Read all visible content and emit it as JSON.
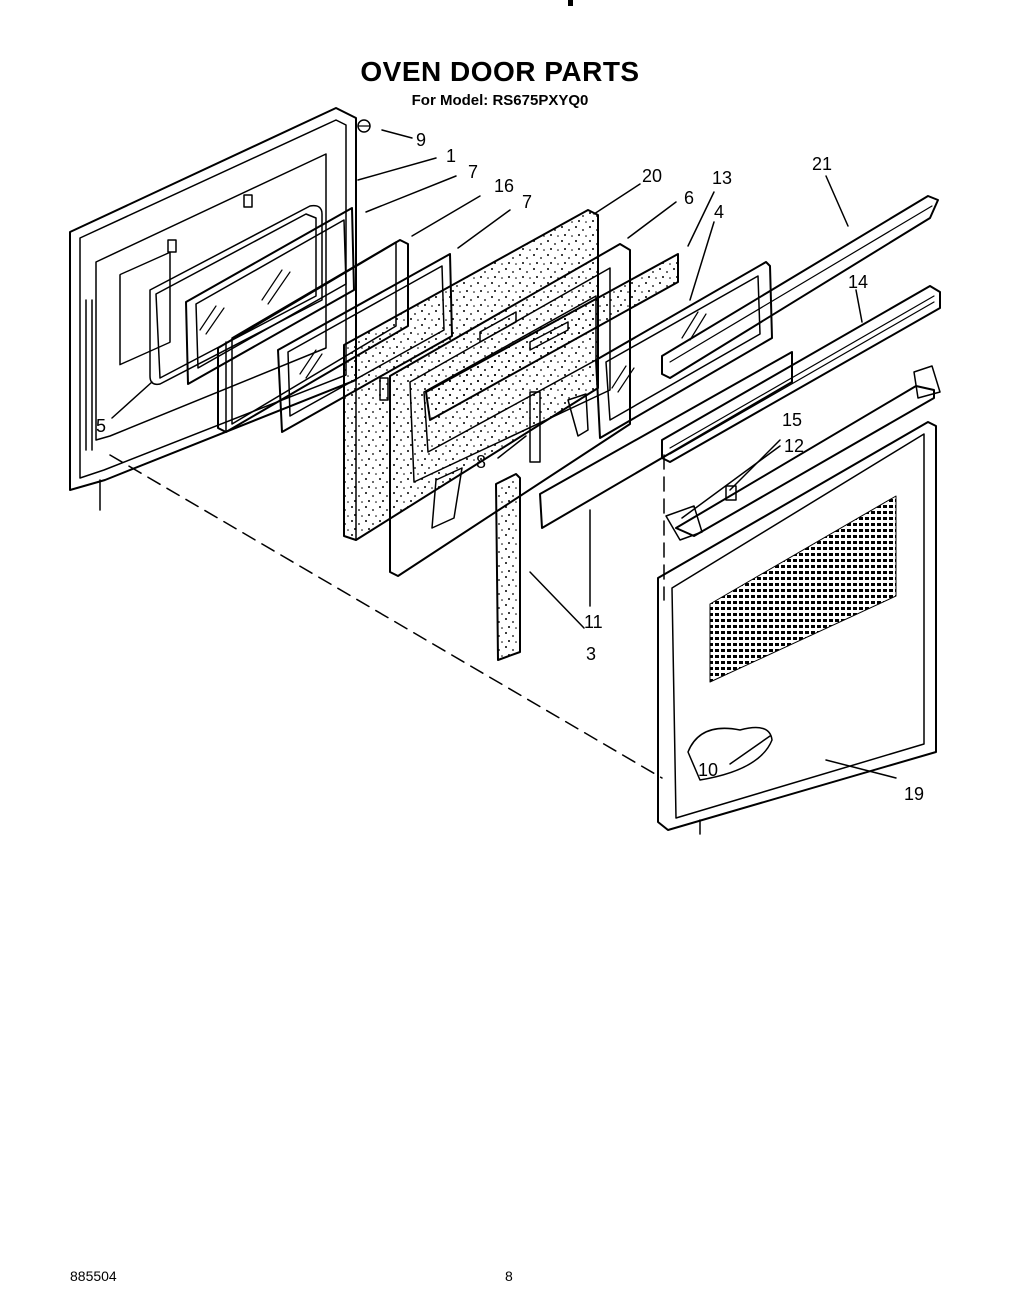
{
  "header": {
    "title": "OVEN DOOR PARTS",
    "subtitle": "For Model: RS675PXYQ0"
  },
  "footer": {
    "doc_number": "885504",
    "page_number": "8"
  },
  "callouts": [
    "1",
    "3",
    "4",
    "5",
    "6",
    "7",
    "7",
    "8",
    "9",
    "10",
    "11",
    "12",
    "13",
    "14",
    "15",
    "16",
    "19",
    "20",
    "21"
  ]
}
